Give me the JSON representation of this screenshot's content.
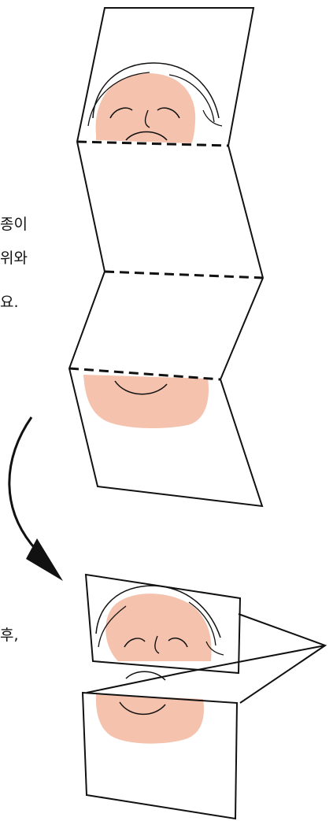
{
  "text_fragments": {
    "step1_line1": "종이",
    "step1_line2": "위와",
    "step1_line3": "요.",
    "step2_line1": "후,"
  },
  "colors": {
    "face_fill": "#f4c2ad",
    "stroke": "#111111",
    "background": "#ffffff"
  },
  "icons": [
    "curved-arrow-icon"
  ]
}
